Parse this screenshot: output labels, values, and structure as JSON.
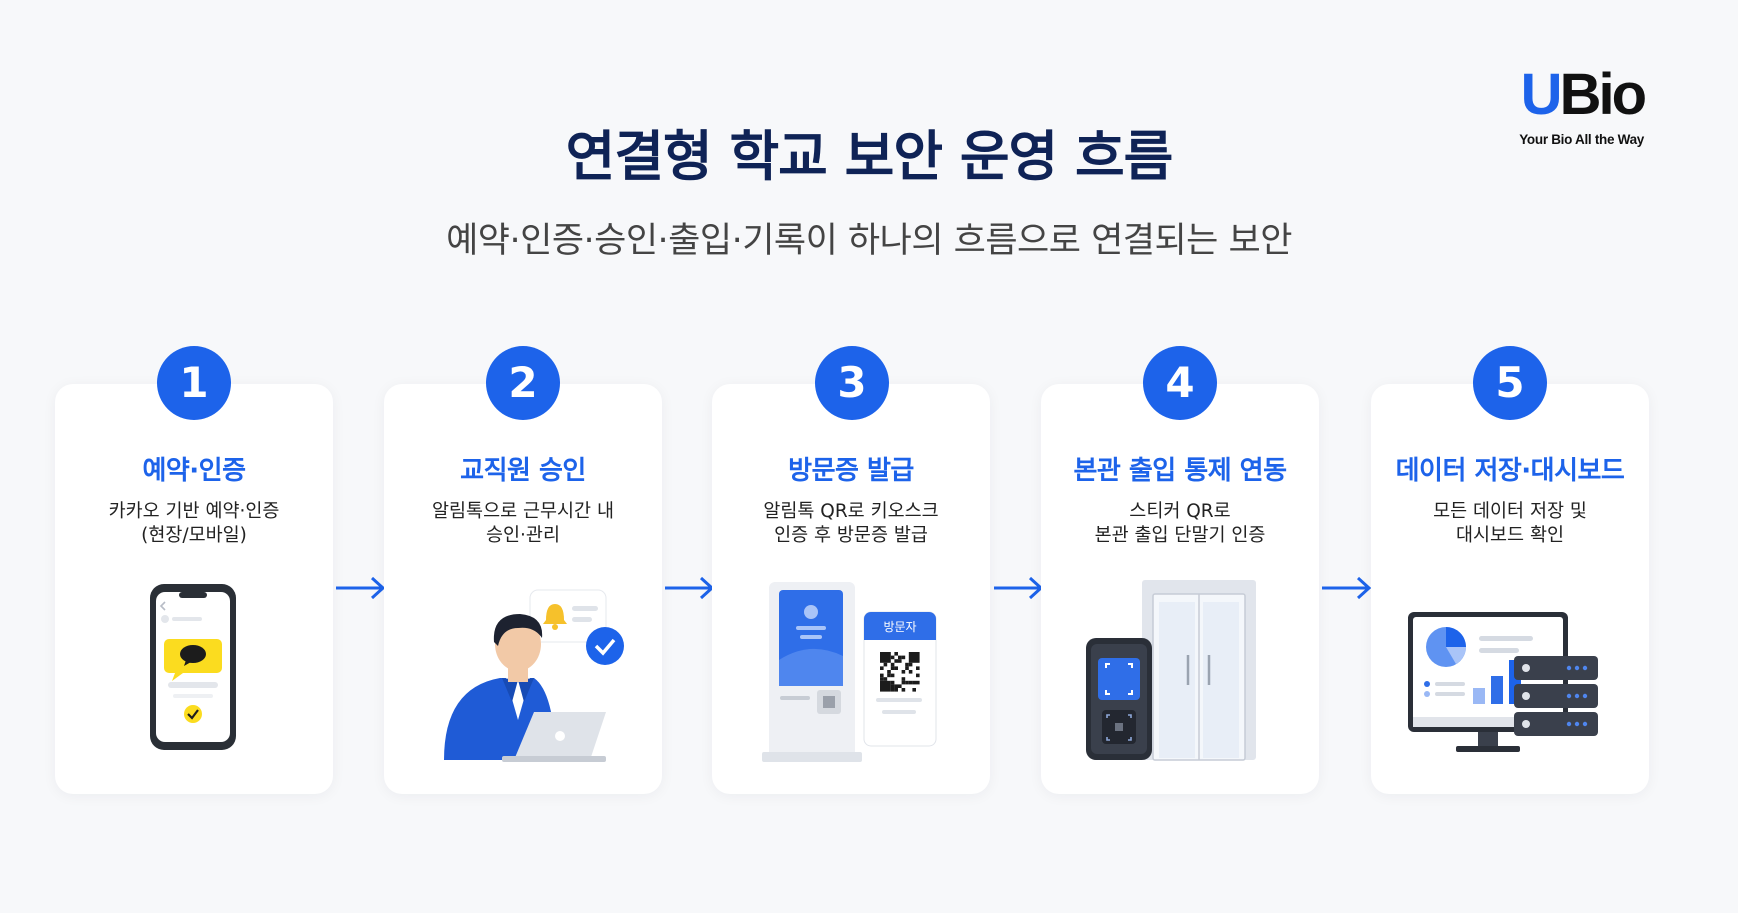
{
  "logo": {
    "mark_u": "U",
    "mark_rest": "Bio",
    "tagline": "Your Bio All the Way"
  },
  "title": "연결형 학교 보안 운영 흐름",
  "subtitle": "예약·인증·승인·출입·기록이 하나의 흐름으로 연결되는 보안",
  "colors": {
    "accent": "#1d63ea",
    "title": "#0f2356",
    "kakao": "#fbdc1f"
  },
  "steps": [
    {
      "number": "1",
      "title": "예약·인증",
      "desc": [
        "카카오 기반 예약·인증",
        "(현장/모바일)"
      ],
      "icon": "smartphone-kakao-icon"
    },
    {
      "number": "2",
      "title": "교직원 승인",
      "desc": [
        "알림톡으로 근무시간 내",
        "승인·관리"
      ],
      "icon": "staff-approval-icon"
    },
    {
      "number": "3",
      "title": "방문증 발급",
      "desc": [
        "알림톡 QR로 키오스크",
        "인증 후 방문증 발급"
      ],
      "icon": "kiosk-badge-icon",
      "badge_label": "방문자"
    },
    {
      "number": "4",
      "title": "본관 출입 통제 연동",
      "desc": [
        "스티커 QR로",
        "본관 출입 단말기 인증"
      ],
      "icon": "access-terminal-door-icon"
    },
    {
      "number": "5",
      "title": "데이터 저장·대시보드",
      "desc": [
        "모든 데이터 저장 및",
        "대시보드 확인"
      ],
      "icon": "dashboard-server-icon"
    }
  ]
}
